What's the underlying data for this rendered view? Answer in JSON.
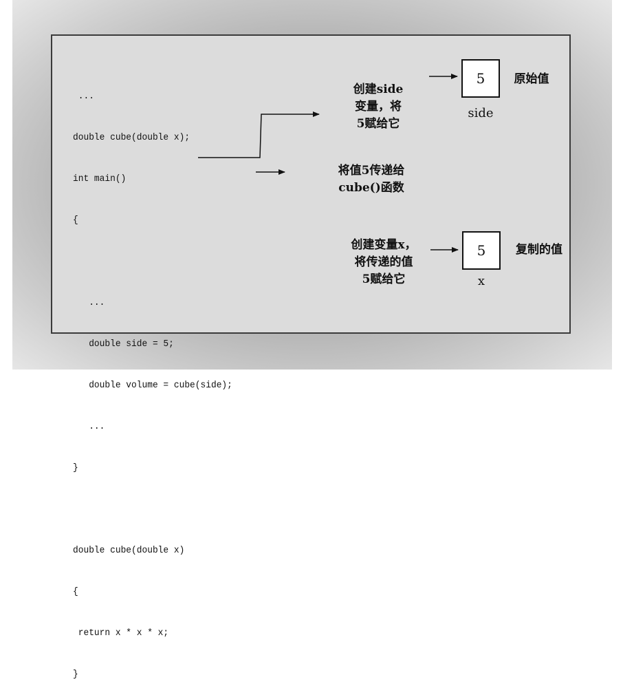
{
  "code": {
    "lines": [
      " ...",
      "double cube(double x);",
      "int main()",
      "{",
      "",
      "   ...",
      "   double side = 5;",
      "   double volume = cube(side);",
      "   ...",
      "}",
      "",
      "double cube(double x)",
      "{",
      " return x * x * x;",
      "}"
    ]
  },
  "labels": {
    "create_side": [
      "创建side",
      "变量，将",
      "5赋给它"
    ],
    "pass_value": [
      "将值5传递给",
      "cube()函数"
    ],
    "create_x": [
      "创建变量x，",
      "将传递的值",
      "5赋给它"
    ]
  },
  "boxes": {
    "side": {
      "value": "5",
      "caption": "side",
      "note": "原始值"
    },
    "x": {
      "value": "5",
      "caption": "x",
      "note": "复制的值"
    }
  }
}
